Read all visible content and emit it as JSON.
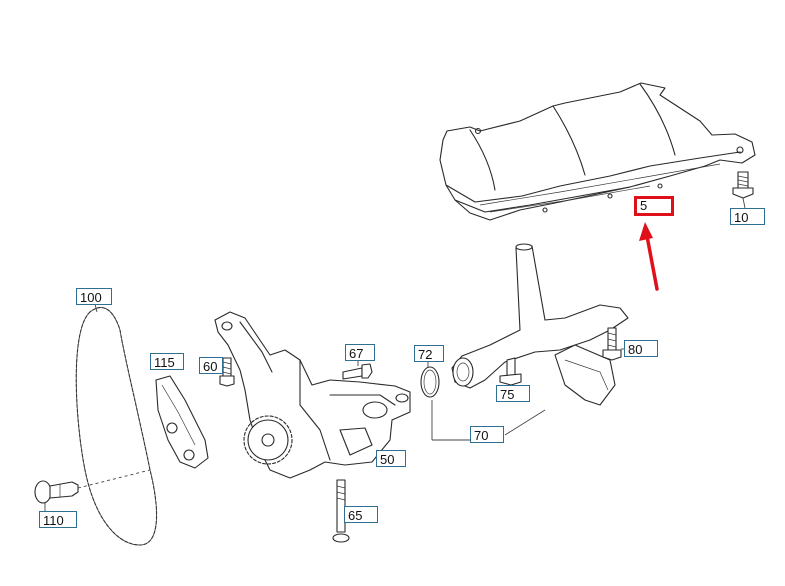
{
  "parts": [
    {
      "id": "part-5",
      "label": "5",
      "highlighted": true
    },
    {
      "id": "part-10",
      "label": "10"
    },
    {
      "id": "part-50",
      "label": "50"
    },
    {
      "id": "part-60",
      "label": "60"
    },
    {
      "id": "part-65",
      "label": "65"
    },
    {
      "id": "part-67",
      "label": "67"
    },
    {
      "id": "part-70",
      "label": "70"
    },
    {
      "id": "part-72",
      "label": "72"
    },
    {
      "id": "part-75",
      "label": "75"
    },
    {
      "id": "part-80",
      "label": "80"
    },
    {
      "id": "part-100",
      "label": "100"
    },
    {
      "id": "part-110",
      "label": "110"
    },
    {
      "id": "part-115",
      "label": "115"
    }
  ],
  "colors": {
    "callout_border": "#2f6f93",
    "highlight": "#e0101a",
    "line_art": "#2a2a2a"
  }
}
